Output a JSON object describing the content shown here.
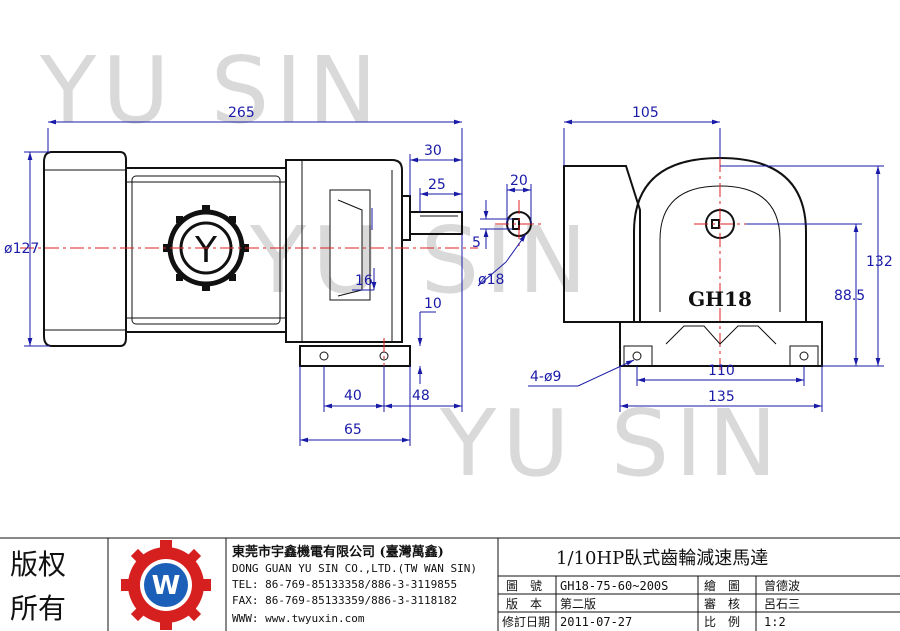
{
  "watermark": [
    "YU SIN",
    "YU SIN",
    "YU SIN"
  ],
  "dimensions": {
    "overall_length": "265",
    "shaft_offset_30": "30",
    "shaft_length_25": "25",
    "diameter_127": "ø127",
    "dim_16": "16",
    "dim_10": "10",
    "foot_40": "40",
    "foot_48": "48",
    "foot_65": "65",
    "key_20": "20",
    "key_5": "5",
    "shaft_dia": "ø18",
    "width_105": "105",
    "height_132": "132",
    "center_height": "88.5",
    "hole_spacing_110": "110",
    "base_width_135": "135",
    "holes": "4-ø9"
  },
  "housing_label": "GH18",
  "motor_logo_letter": "Y",
  "title_block": {
    "copyright": [
      "版权",
      "所有"
    ],
    "logo_letter": "W",
    "company_cn": "東莞市宇鑫機電有限公司 (臺灣萬鑫)",
    "company_en": "DONG GUAN YU SIN CO.,LTD.(TW WAN SIN)",
    "tel": "TEL: 86-769-85133358/886-3-3119855",
    "fax": "FAX: 86-769-85133359/886-3-3118182",
    "www": "WWW: www.twyuxin.com",
    "title": "1/10HP臥式齒輪減速馬達",
    "rows": [
      {
        "label": "圖　號",
        "value": "GH18-75-60~200S",
        "label2": "繪　圖",
        "value2": "曾德波"
      },
      {
        "label": "版　本",
        "value": "第二版",
        "label2": "審　核",
        "value2": "呂石三"
      },
      {
        "label": "修訂日期",
        "value": "2011-07-27",
        "label2": "比　例",
        "value2": "1:2"
      }
    ]
  }
}
